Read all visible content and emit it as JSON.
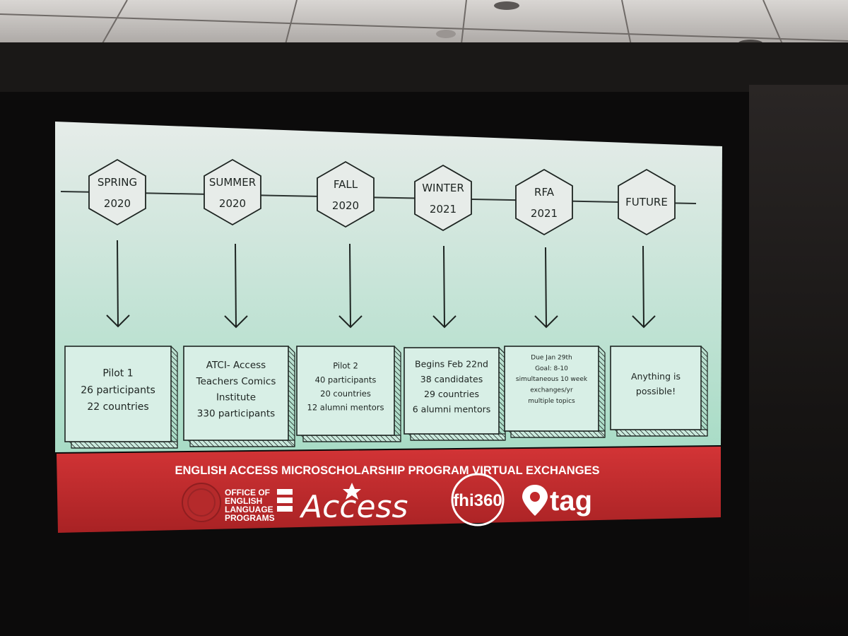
{
  "slide": {
    "timeline": [
      {
        "line1": "SPRING",
        "line2": "2020"
      },
      {
        "line1": "SUMMER",
        "line2": "2020"
      },
      {
        "line1": "FALL",
        "line2": "2020"
      },
      {
        "line1": "WINTER",
        "line2": "2021"
      },
      {
        "line1": "RFA",
        "line2": "2021"
      },
      {
        "line1": "FUTURE",
        "line2": ""
      }
    ],
    "boxes": [
      {
        "lines": [
          "Pilot 1",
          "26 participants",
          "22 countries"
        ]
      },
      {
        "lines": [
          "ATCI- Access",
          "Teachers Comics",
          "Institute",
          "330 participants"
        ]
      },
      {
        "lines": [
          "Pilot 2",
          "40 participants",
          "20 countries",
          "12 alumni mentors"
        ]
      },
      {
        "lines": [
          "Begins Feb 22nd",
          "38 candidates",
          "29 countries",
          "6 alumni mentors"
        ]
      },
      {
        "lines": [
          "Due Jan 29th",
          "Goal: 8-10",
          "simultaneous 10 week",
          "exchanges/yr",
          "multiple topics"
        ]
      },
      {
        "lines": [
          "Anything is",
          "possible!"
        ]
      }
    ],
    "banner": {
      "title": "ENGLISH ACCESS MICROSCHOLARSHIP PROGRAM VIRTUAL EXCHANGES",
      "logos": {
        "office_line1": "OFFICE OF",
        "office_line2": "ENGLISH",
        "office_line3": "LANGUAGE",
        "office_line4": "PROGRAMS",
        "access": "Access",
        "fhi": "fhi360",
        "tag": "tag"
      }
    }
  },
  "colors": {
    "slide_top": "#e6ece9",
    "slide_bottom": "#a8dcc6",
    "banner_red": "#c22a2c",
    "ink": "#1d2421"
  }
}
